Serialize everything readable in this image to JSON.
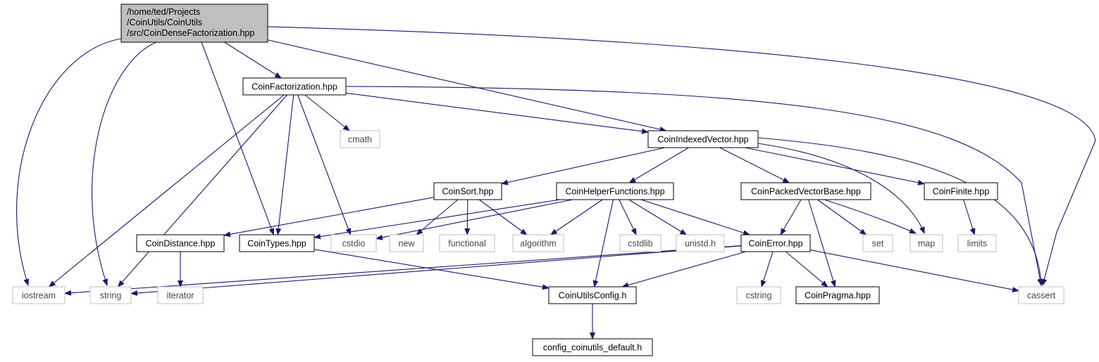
{
  "colors": {
    "edge": "#191970",
    "root_fill": "#bfbfbf",
    "node_border": "#000000",
    "external_border": "#bfbfbf",
    "external_text": "#474747",
    "text": "#000000"
  },
  "nodes": {
    "root": {
      "lines": [
        "/home/ted/Projects",
        "/CoinUtils/CoinUtils",
        "/src/CoinDenseFactorization.hpp"
      ],
      "kind": "root"
    },
    "factor": {
      "label": "CoinFactorization.hpp",
      "kind": "local"
    },
    "cmath": {
      "label": "cmath",
      "kind": "external"
    },
    "indexed": {
      "label": "CoinIndexedVector.hpp",
      "kind": "local"
    },
    "sort": {
      "label": "CoinSort.hpp",
      "kind": "local"
    },
    "helper": {
      "label": "CoinHelperFunctions.hpp",
      "kind": "local"
    },
    "packed": {
      "label": "CoinPackedVectorBase.hpp",
      "kind": "local"
    },
    "finite": {
      "label": "CoinFinite.hpp",
      "kind": "local"
    },
    "distance": {
      "label": "CoinDistance.hpp",
      "kind": "local"
    },
    "types": {
      "label": "CoinTypes.hpp",
      "kind": "local"
    },
    "cstdio": {
      "label": "cstdio",
      "kind": "external"
    },
    "new": {
      "label": "new",
      "kind": "external"
    },
    "functional": {
      "label": "functional",
      "kind": "external"
    },
    "algorithm": {
      "label": "algorithm",
      "kind": "external"
    },
    "cstdlib": {
      "label": "cstdlib",
      "kind": "external"
    },
    "unistd": {
      "label": "unistd.h",
      "kind": "external"
    },
    "error": {
      "label": "CoinError.hpp",
      "kind": "local"
    },
    "set": {
      "label": "set",
      "kind": "external"
    },
    "map": {
      "label": "map",
      "kind": "external"
    },
    "limits": {
      "label": "limits",
      "kind": "external"
    },
    "iostream": {
      "label": "iostream",
      "kind": "external"
    },
    "string": {
      "label": "string",
      "kind": "external"
    },
    "iterator": {
      "label": "iterator",
      "kind": "external"
    },
    "config": {
      "label": "CoinUtilsConfig.h",
      "kind": "local"
    },
    "cstring": {
      "label": "cstring",
      "kind": "external"
    },
    "pragma": {
      "label": "CoinPragma.hpp",
      "kind": "local"
    },
    "cassert": {
      "label": "cassert",
      "kind": "external"
    },
    "configdef": {
      "label": "config_coinutils_default.h",
      "kind": "local"
    }
  },
  "edges": [
    [
      "root",
      "factor"
    ],
    [
      "root",
      "indexed"
    ],
    [
      "root",
      "types"
    ],
    [
      "root",
      "iostream"
    ],
    [
      "root",
      "string"
    ],
    [
      "root",
      "cassert"
    ],
    [
      "factor",
      "cmath"
    ],
    [
      "factor",
      "indexed"
    ],
    [
      "factor",
      "types"
    ],
    [
      "factor",
      "cstdio"
    ],
    [
      "factor",
      "iostream"
    ],
    [
      "factor",
      "string"
    ],
    [
      "factor",
      "cassert"
    ],
    [
      "indexed",
      "sort"
    ],
    [
      "indexed",
      "helper"
    ],
    [
      "indexed",
      "packed"
    ],
    [
      "indexed",
      "finite"
    ],
    [
      "indexed",
      "map"
    ],
    [
      "indexed",
      "cassert"
    ],
    [
      "sort",
      "distance"
    ],
    [
      "sort",
      "new"
    ],
    [
      "sort",
      "functional"
    ],
    [
      "sort",
      "algorithm"
    ],
    [
      "helper",
      "types"
    ],
    [
      "helper",
      "cstdio"
    ],
    [
      "helper",
      "algorithm"
    ],
    [
      "helper",
      "cstdlib"
    ],
    [
      "helper",
      "unistd"
    ],
    [
      "helper",
      "error"
    ],
    [
      "helper",
      "config"
    ],
    [
      "packed",
      "error"
    ],
    [
      "packed",
      "set"
    ],
    [
      "packed",
      "map"
    ],
    [
      "packed",
      "pragma"
    ],
    [
      "finite",
      "limits"
    ],
    [
      "distance",
      "iterator"
    ],
    [
      "types",
      "config"
    ],
    [
      "error",
      "iostream"
    ],
    [
      "error",
      "string"
    ],
    [
      "error",
      "config"
    ],
    [
      "error",
      "cstring"
    ],
    [
      "error",
      "pragma"
    ],
    [
      "error",
      "cassert"
    ],
    [
      "config",
      "configdef"
    ]
  ]
}
